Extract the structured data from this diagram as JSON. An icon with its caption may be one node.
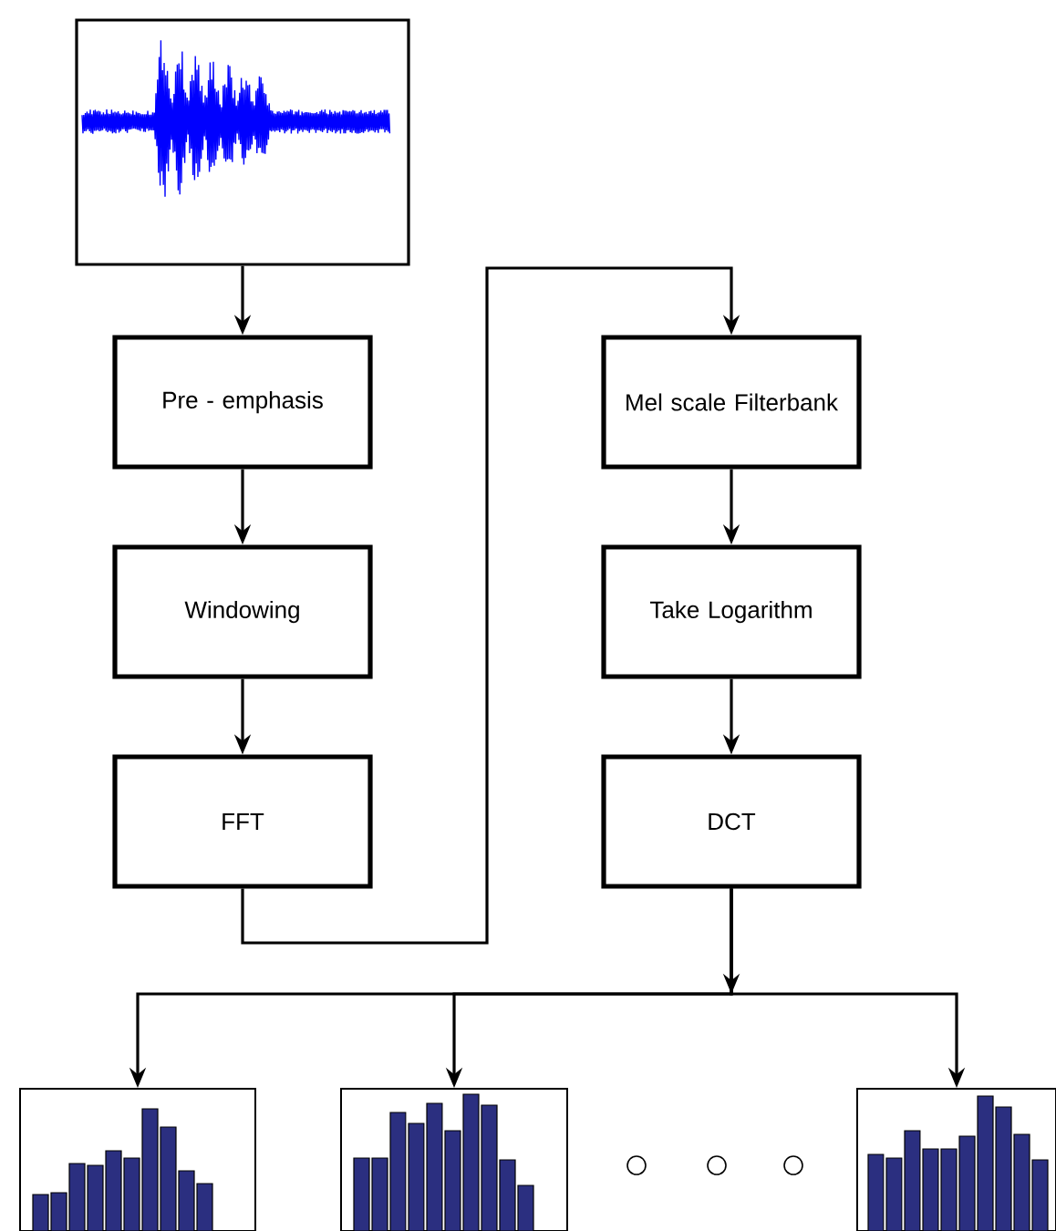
{
  "diagram": {
    "nodes": [
      {
        "text": [],
        "shape": "picture"
      },
      {
        "text": [
          "Pre - emphasis"
        ]
      },
      {
        "text": [
          "Windowing"
        ]
      },
      {
        "text": [
          "FFT"
        ]
      },
      {
        "text": [
          "Mel scale Filterbank"
        ]
      },
      {
        "text": [
          "Take Logarithm"
        ]
      },
      {
        "text": [
          "DCT"
        ]
      },
      {
        "text": [],
        "shape": "picture"
      },
      {
        "text": [],
        "shape": "picture"
      },
      {
        "text": [],
        "shape": "picture"
      }
    ],
    "edges": [
      {
        "from": 0,
        "to": 1,
        "arrow": "to"
      },
      {
        "from": 1,
        "to": 2,
        "arrow": "to"
      },
      {
        "from": 2,
        "to": 3,
        "arrow": "to"
      },
      {
        "from": 3,
        "to": 4,
        "arrow": "to"
      },
      {
        "from": 4,
        "to": 5,
        "arrow": "to"
      },
      {
        "from": 5,
        "to": 6,
        "arrow": "to"
      },
      {
        "from": 6,
        "to": 7,
        "arrow": "to"
      },
      {
        "from": 6,
        "to": 8,
        "arrow": "to"
      },
      {
        "from": 6,
        "to": 9,
        "arrow": "to"
      }
    ]
  }
}
